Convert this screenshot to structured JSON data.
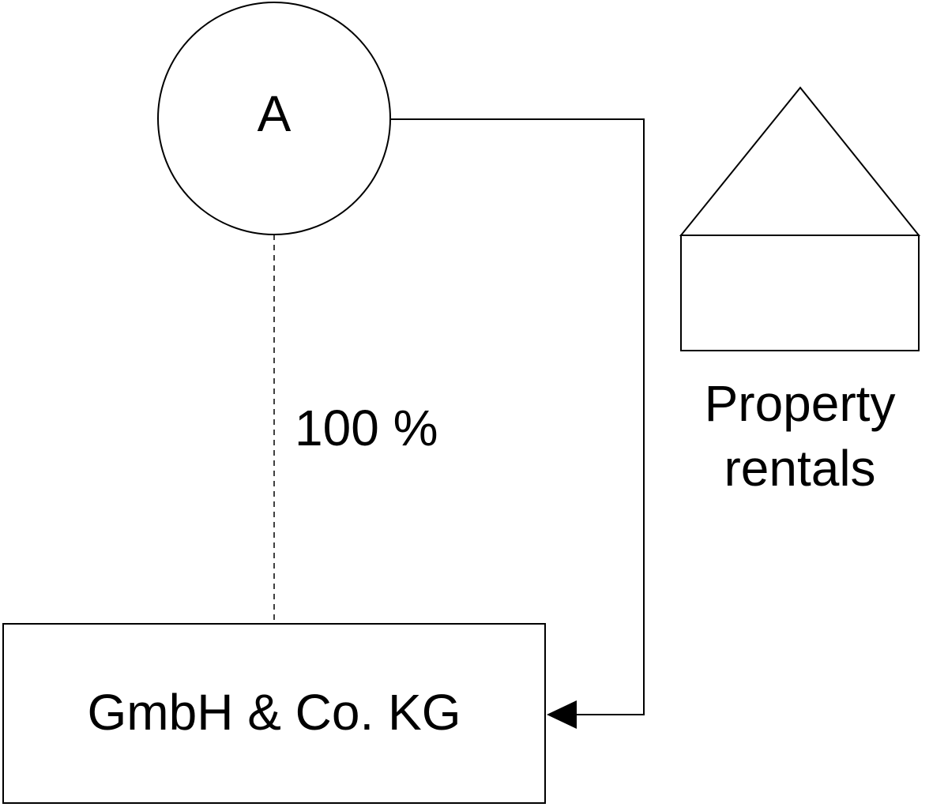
{
  "shareholder": {
    "label": "A"
  },
  "ownership": {
    "label": "100 %"
  },
  "property": {
    "line1": "Property",
    "line2": "rentals"
  },
  "company": {
    "label": "GmbH & Co. KG"
  },
  "colors": {
    "stroke": "#000000",
    "background": "#ffffff"
  }
}
